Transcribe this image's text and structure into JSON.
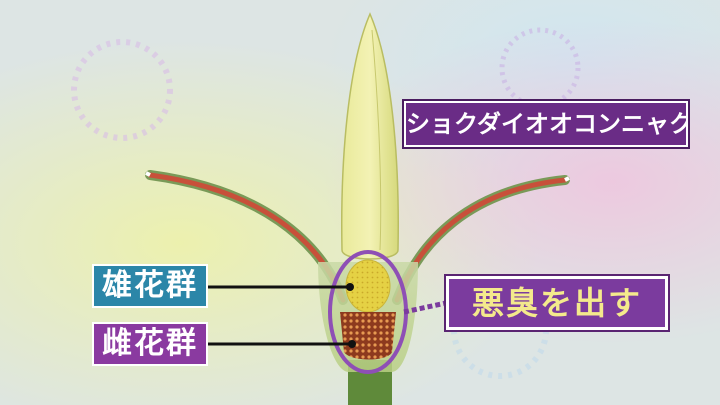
{
  "title": "ショクダイオオコンニャク",
  "labels": {
    "male": "雄花群",
    "female": "雌花群"
  },
  "callout": "悪臭を出す",
  "colors": {
    "title_bg": "#6a2c86",
    "male_bg": "#2b86a8",
    "female_bg": "#8a3aa0",
    "callout_bg": "#7b3b9e",
    "callout_text": "#f4ea8c",
    "highlight_ring": "#8e4fb5"
  }
}
